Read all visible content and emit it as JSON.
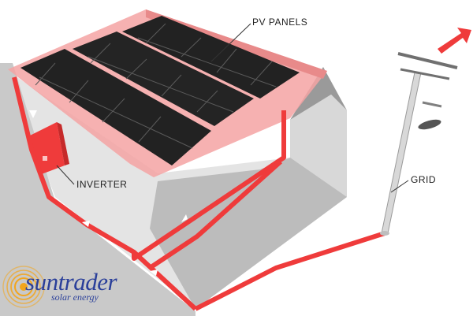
{
  "labels": {
    "pv_panels": "PV PANELS",
    "inverter": "INVERTER",
    "grid": "GRID"
  },
  "logo": {
    "brand": "suntrader",
    "tagline": "solar energy",
    "ring_color": "#f2a51c",
    "text_color": "#2a3f9a"
  },
  "colors": {
    "wire": "#ef3b3b",
    "roof_overlay": "#f5a3a3",
    "panel": "#222222",
    "wall": "#c8c8c8",
    "floor": "#e4e4e4"
  }
}
